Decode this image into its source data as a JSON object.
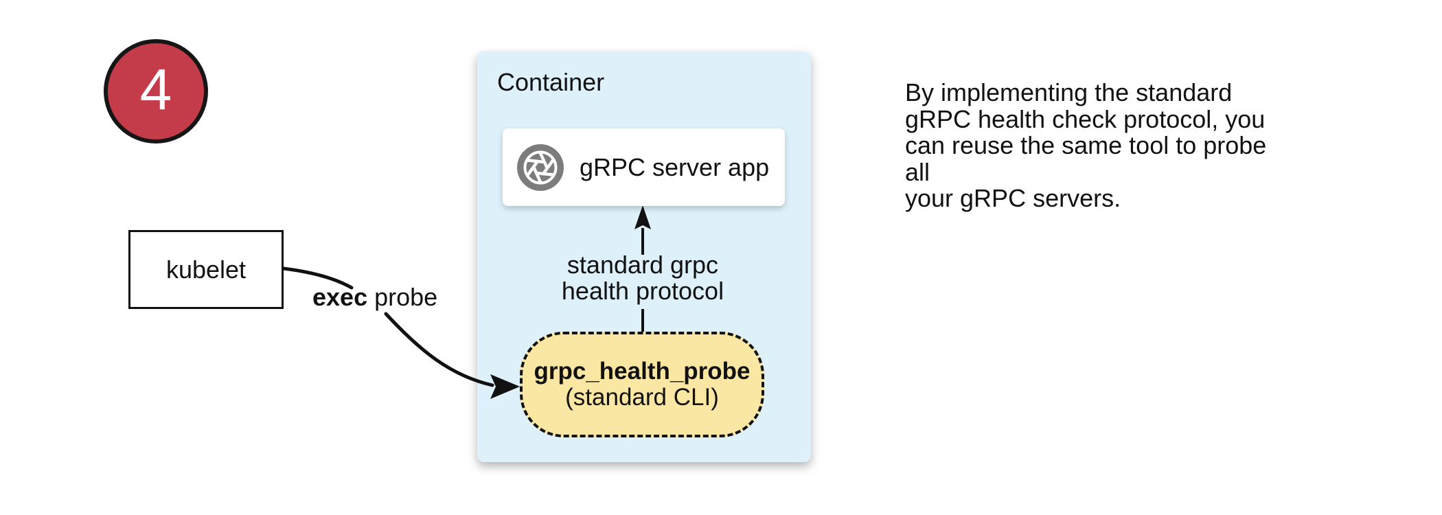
{
  "colors": {
    "red": "#c43b49",
    "blue": "#def1fb",
    "yellow": "#fbe7a4",
    "icon_gray": "#7c7c7c",
    "ink": "#111111"
  },
  "step_badge": {
    "number": "4"
  },
  "kubelet_box": {
    "label": "kubelet"
  },
  "exec_probe_label": {
    "bold": "exec",
    "rest": " probe"
  },
  "container": {
    "label": "Container",
    "server_box": {
      "label": "gRPC server app",
      "icon": "aperture-icon"
    },
    "arrow_label": "standard grpc\nhealth protocol",
    "probe_box": {
      "title": "grpc_health_probe",
      "subtitle": "(standard CLI)"
    }
  },
  "note": {
    "text": "By implementing the standard\ngRPC health check protocol, you\ncan reuse the same tool to probe all\nyour gRPC servers."
  }
}
